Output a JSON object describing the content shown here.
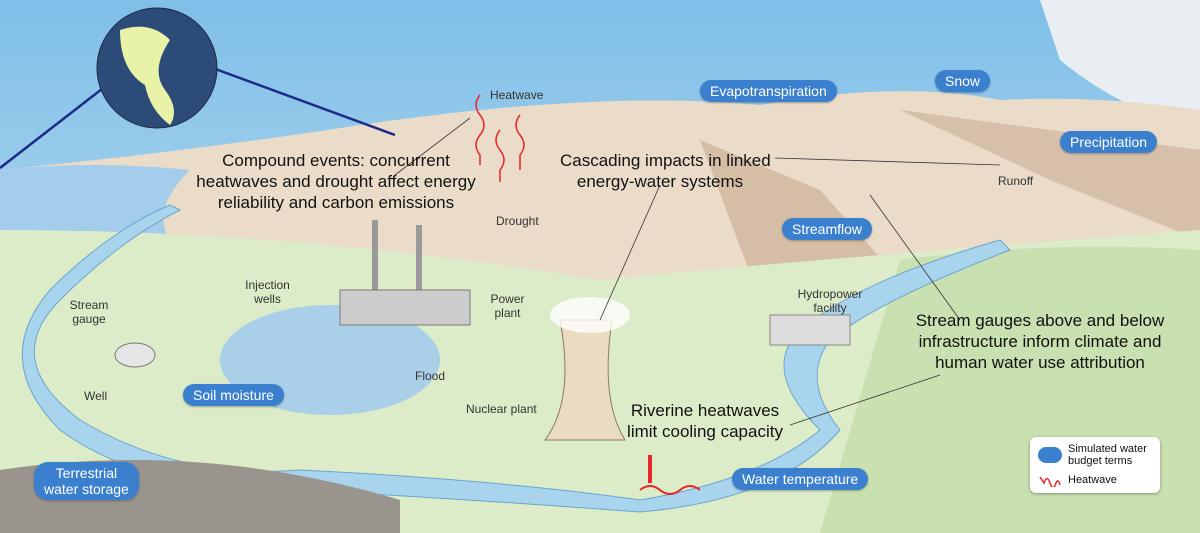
{
  "labels": {
    "heatwave": "Heatwave",
    "compound": [
      "Compound events: concurrent",
      "heatwaves and drought affect energy",
      "reliability and carbon emissions"
    ],
    "drought": "Drought",
    "cascading": [
      "Cascading impacts in linked",
      "energy-water systems"
    ],
    "runoff": "Runoff",
    "hydropower": [
      "Hydropower",
      "facility"
    ],
    "stream_gauges": [
      "Stream gauges above and below",
      "infrastructure inform climate and",
      "human water use attribution"
    ],
    "injection_wells": [
      "Injection",
      "wells"
    ],
    "power_plant": [
      "Power",
      "plant"
    ],
    "stream_gauge": [
      "Stream",
      "gauge"
    ],
    "flood": "Flood",
    "well": "Well",
    "nuclear_plant": "Nuclear plant",
    "riverine": [
      "Riverine heatwaves",
      "limit cooling capacity"
    ]
  },
  "pills": {
    "evapotranspiration": "Evapotranspiration",
    "snow": "Snow",
    "precipitation": "Precipitation",
    "streamflow": "Streamflow",
    "soil_moisture": "Soil moisture",
    "water_temperature": "Water temperature",
    "terrestrial": [
      "Terrestrial",
      "water storage"
    ]
  },
  "legend": {
    "simulated": [
      "Simulated water",
      "budget terms"
    ],
    "heatwave": "Heatwave"
  },
  "colors": {
    "pill": "#3a80cf",
    "heatwave": "#e8252a",
    "river": "#a9d4ee"
  }
}
